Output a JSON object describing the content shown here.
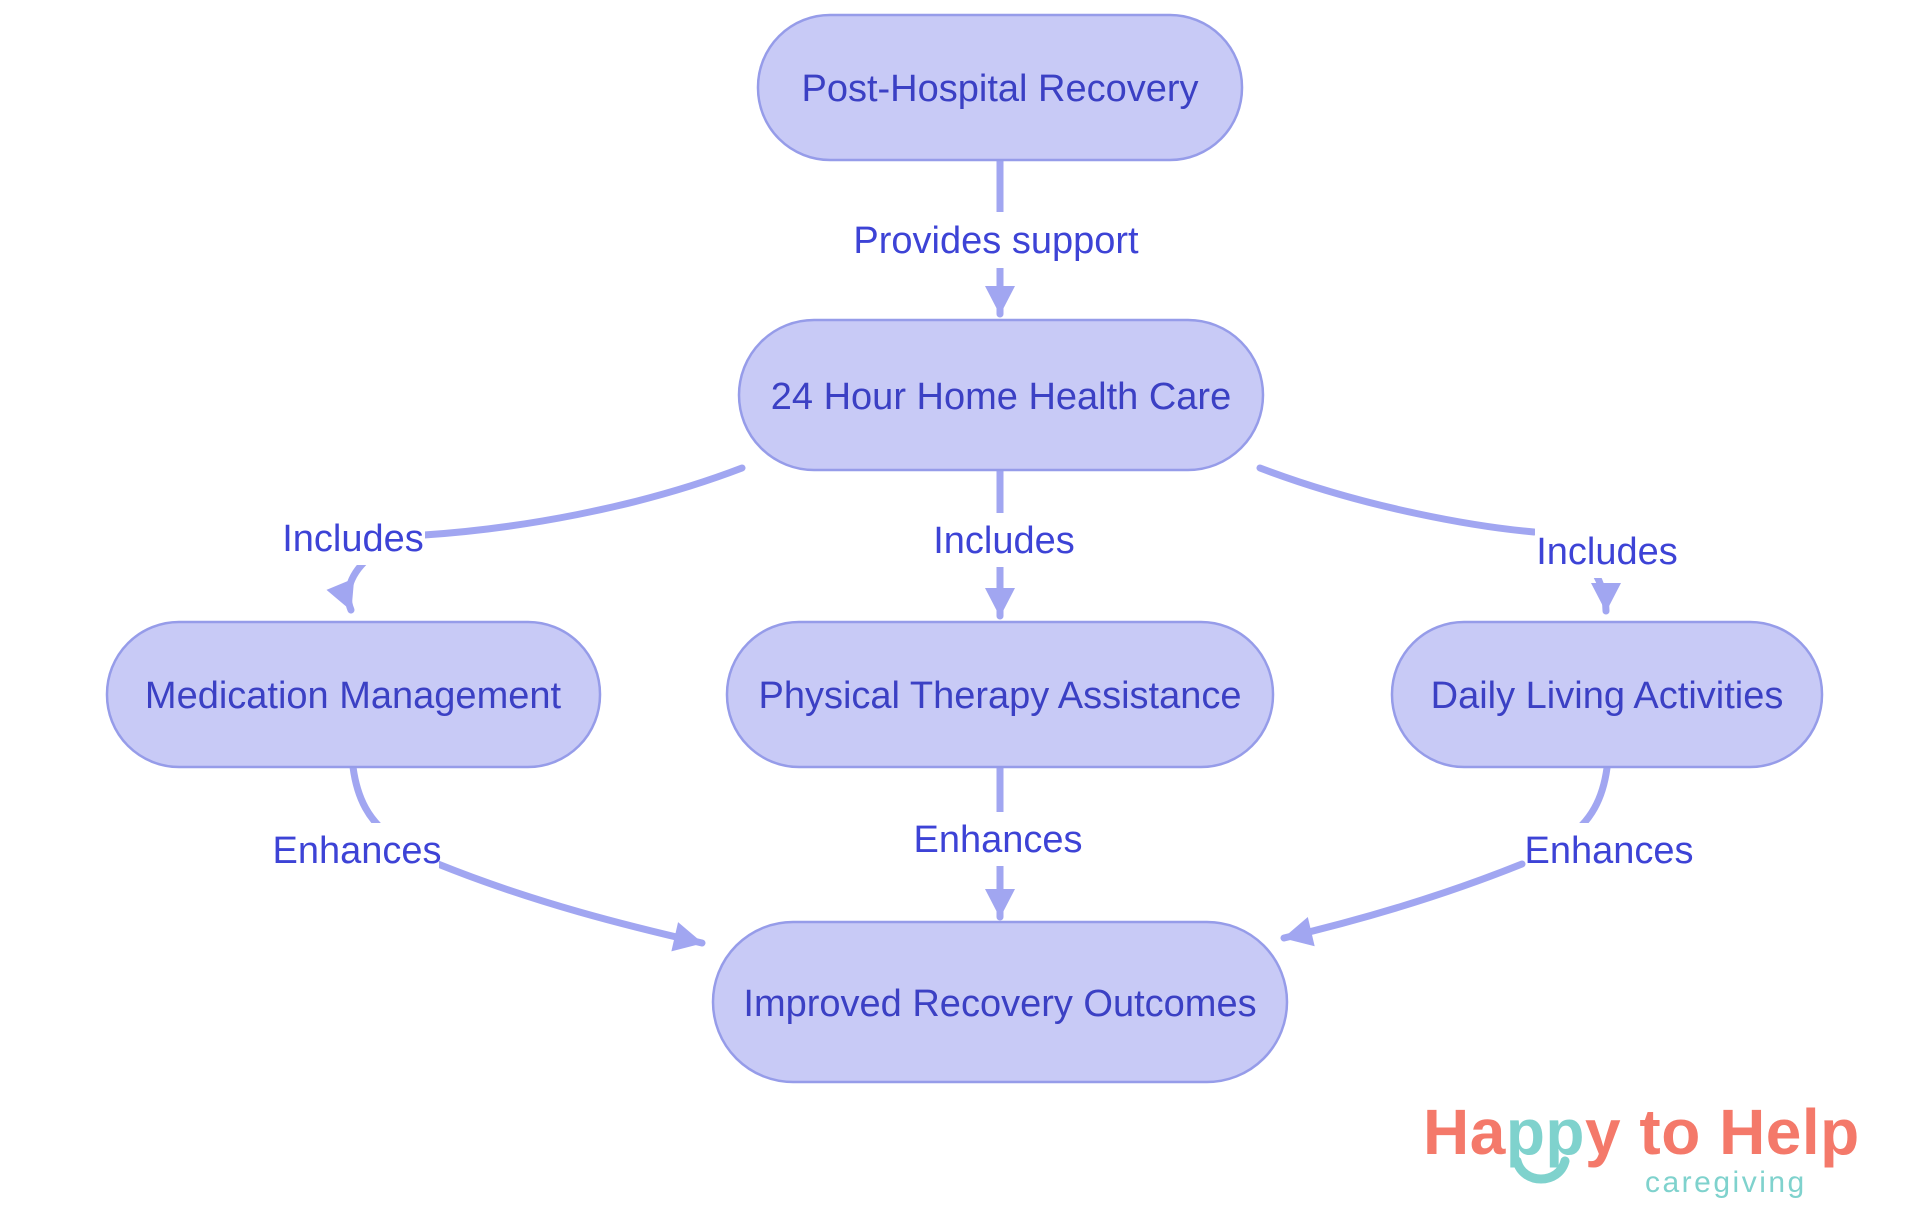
{
  "colors": {
    "node-fill": "#c8caf6",
    "node-border": "#969ce9",
    "node-text": "#3b40c4",
    "edge": "#a1a6f1",
    "edge-label": "#3d43d6",
    "logo-coral": "#f4796a",
    "logo-teal": "#7fd2cd"
  },
  "nodes": [
    {
      "id": "post-hospital-recovery",
      "label": "Post-Hospital Recovery"
    },
    {
      "id": "24-hour-home-health-care",
      "label": "24 Hour Home Health Care"
    },
    {
      "id": "medication-management",
      "label": "Medication Management"
    },
    {
      "id": "physical-therapy-assistance",
      "label": "Physical Therapy Assistance"
    },
    {
      "id": "daily-living-activities",
      "label": "Daily Living Activities"
    },
    {
      "id": "improved-recovery-outcomes",
      "label": "Improved Recovery Outcomes"
    }
  ],
  "edges": [
    {
      "from": "post-hospital-recovery",
      "to": "24-hour-home-health-care",
      "label": "Provides support"
    },
    {
      "from": "24-hour-home-health-care",
      "to": "medication-management",
      "label": "Includes"
    },
    {
      "from": "24-hour-home-health-care",
      "to": "physical-therapy-assistance",
      "label": "Includes"
    },
    {
      "from": "24-hour-home-health-care",
      "to": "daily-living-activities",
      "label": "Includes"
    },
    {
      "from": "medication-management",
      "to": "improved-recovery-outcomes",
      "label": "Enhances"
    },
    {
      "from": "physical-therapy-assistance",
      "to": "improved-recovery-outcomes",
      "label": "Enhances"
    },
    {
      "from": "daily-living-activities",
      "to": "improved-recovery-outcomes",
      "label": "Enhances"
    }
  ],
  "logo": {
    "part1": "Ha",
    "part2": "pp",
    "part3": "y to Help",
    "tagline": "caregiving"
  }
}
